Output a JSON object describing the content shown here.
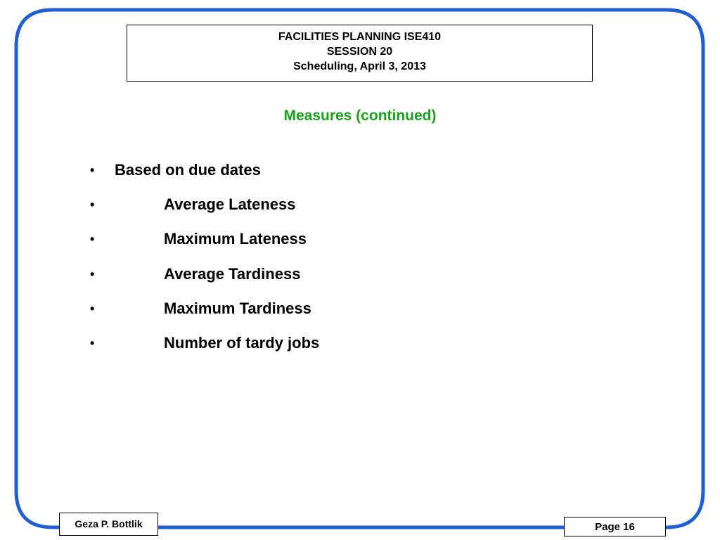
{
  "header": {
    "line1": "FACILITIES PLANNING ISE410",
    "line2": "SESSION 20",
    "line3": "Scheduling, April 3, 2013"
  },
  "subtitle": "Measures (continued)",
  "bullets": [
    {
      "marker": "•",
      "text": "Based on due dates"
    },
    {
      "marker": "•",
      "text": "Average Lateness"
    },
    {
      "marker": "•",
      "text": "Maximum Lateness"
    },
    {
      "marker": "•",
      "text": "Average Tardiness"
    },
    {
      "marker": "•",
      "text": "Maximum Tardiness"
    },
    {
      "marker": "•",
      "text": "Number of tardy jobs"
    }
  ],
  "footer": {
    "author": "Geza P. Bottlik",
    "page": "Page 16"
  },
  "colors": {
    "frame": "#1f5fd6",
    "subtitle": "#1aa31a"
  }
}
